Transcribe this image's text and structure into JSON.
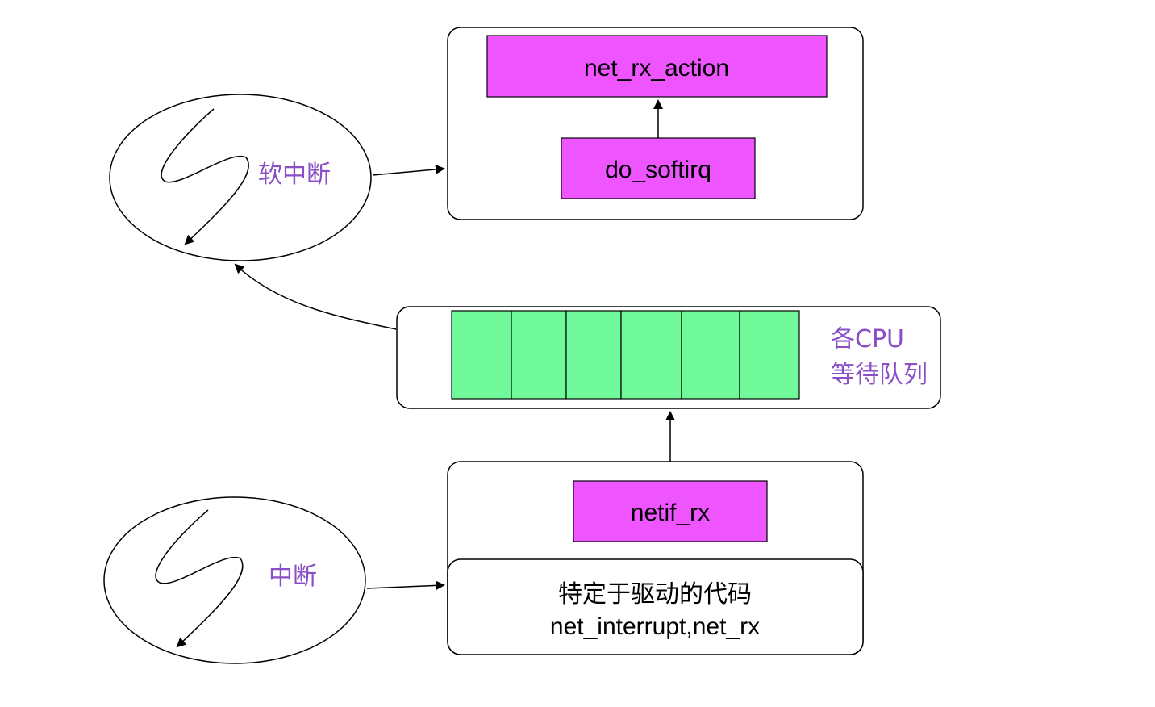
{
  "colors": {
    "function_box_fill": "#ee55ff",
    "queue_cell_fill": "#70f99a",
    "label_purple": "#8a4fc6",
    "stroke": "#000000"
  },
  "softirq_context": {
    "label": "软中断",
    "functions": [
      "net_rx_action",
      "do_softirq"
    ]
  },
  "per_cpu_queue": {
    "label_line1": "各CPU",
    "label_line2": "等待队列",
    "cell_count": 6
  },
  "interrupt_context": {
    "label": "中断",
    "function": "netif_rx",
    "driver_code_line1": "特定于驱动的代码",
    "driver_code_line2": "net_interrupt,net_rx"
  }
}
